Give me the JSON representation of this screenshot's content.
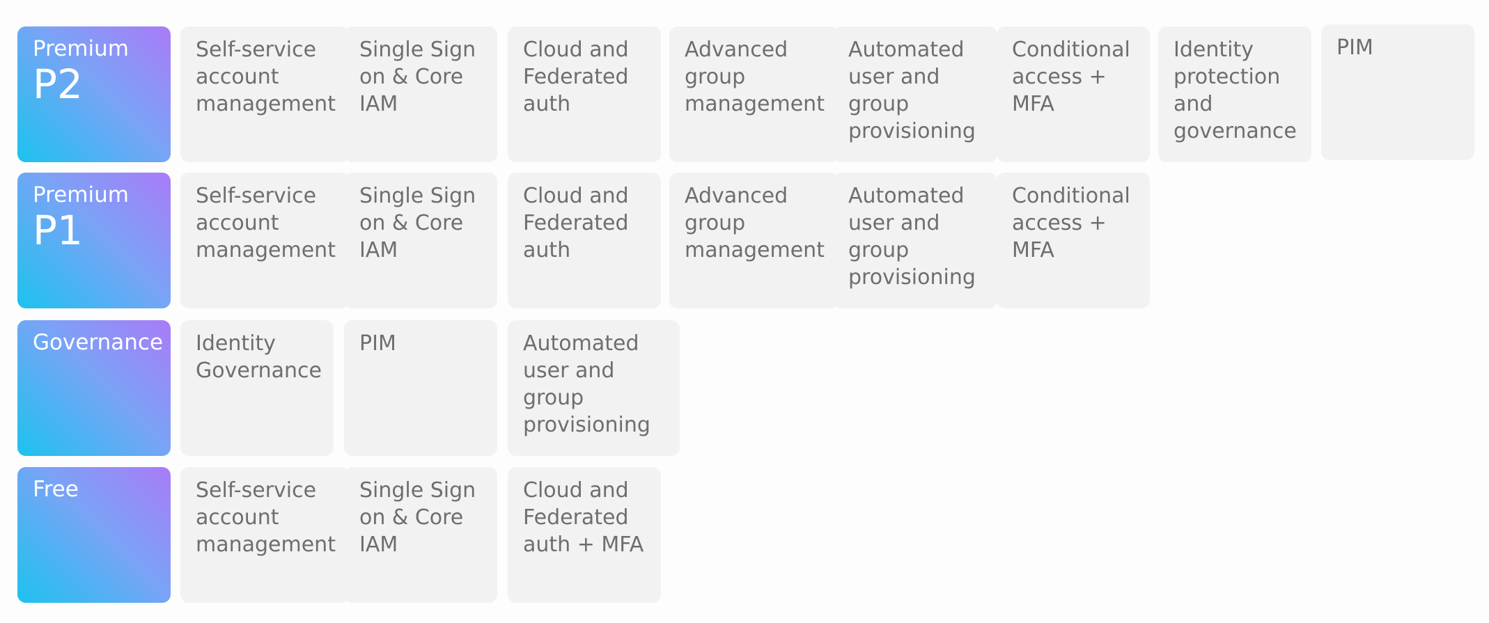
{
  "tiers": {
    "p2": {
      "name": "Premium",
      "level": "P2",
      "features": [
        "Self-service\naccount\nmanagement",
        "Single Sign\non & Core\nIAM",
        "Cloud and\nFederated\nauth",
        "Advanced\ngroup\nmanagement",
        "Automated\nuser and\ngroup\nprovisioning",
        "Conditional\naccess +\nMFA",
        "Identity\nprotection\nand\ngovernance",
        "PIM"
      ]
    },
    "p1": {
      "name": "Premium",
      "level": "P1",
      "features": [
        "Self-service\naccount\nmanagement",
        "Single Sign\non & Core\nIAM",
        "Cloud and\nFederated\nauth",
        "Advanced\ngroup\nmanagement",
        "Automated\nuser and\ngroup\nprovisioning",
        "Conditional\naccess +\nMFA"
      ]
    },
    "governance": {
      "name": "Governance",
      "features": [
        "Identity\nGovernance",
        "PIM",
        "Automated\nuser and\ngroup\nprovisioning"
      ]
    },
    "free": {
      "name": "Free",
      "features": [
        "Self-service\naccount\nmanagement",
        "Single Sign\non & Core\nIAM",
        "Cloud and\nFederated\nauth + MFA"
      ]
    }
  },
  "colors": {
    "gradient_start": "#a97bf8",
    "gradient_mid": "#7aa3f6",
    "gradient_end": "#1cc3ee",
    "card_background": "#f2f2f2",
    "card_text": "#6e6e6e",
    "tier_text": "#ffffff"
  }
}
